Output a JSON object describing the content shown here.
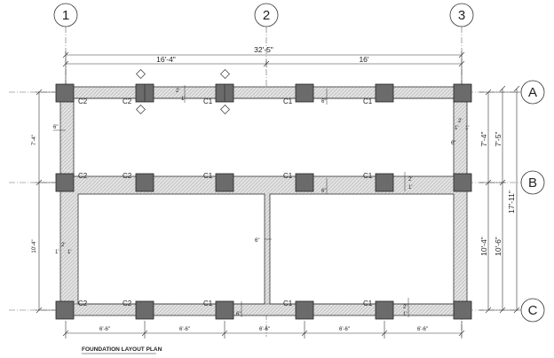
{
  "title": "FOUNDATION LAYOUT PLAN",
  "grid": {
    "vertical": [
      "1",
      "2",
      "3"
    ],
    "horizontal": [
      "A",
      "B",
      "C"
    ]
  },
  "dimensions": {
    "overall_width": "32'-5\"",
    "span_1_2": "16'-4\"",
    "span_2_3": "16'",
    "bay_a_b": "7'-4\"",
    "bay_b_c": "10'-4\"",
    "right_a_b_inner": "7'-4\"",
    "right_a_b_outer": "7'-5\"",
    "right_b_c_inner": "10'-4\"",
    "right_b_c_outer": "10'-6\"",
    "right_overall": "17'-11\"",
    "bottom_spacing": [
      "6'-6\"",
      "6'-6\"",
      "6'-6\"",
      "6'-6\"",
      "6'-6\""
    ],
    "wall_thickness": "6\"",
    "detail_2ft": "2'",
    "detail_1ft": "1'"
  },
  "column_tags": {
    "row_a": [
      "C2",
      "C2",
      "C1",
      "C1",
      "C1"
    ],
    "row_b": [
      "C2",
      "C2",
      "C1",
      "C1",
      "C1"
    ],
    "row_c": [
      "C2",
      "C2",
      "C1",
      "C1",
      "C1"
    ]
  },
  "colors": {
    "line": "#222222",
    "column_fill": "#6b6b6b",
    "beam_fill": "#dcdcdc"
  }
}
